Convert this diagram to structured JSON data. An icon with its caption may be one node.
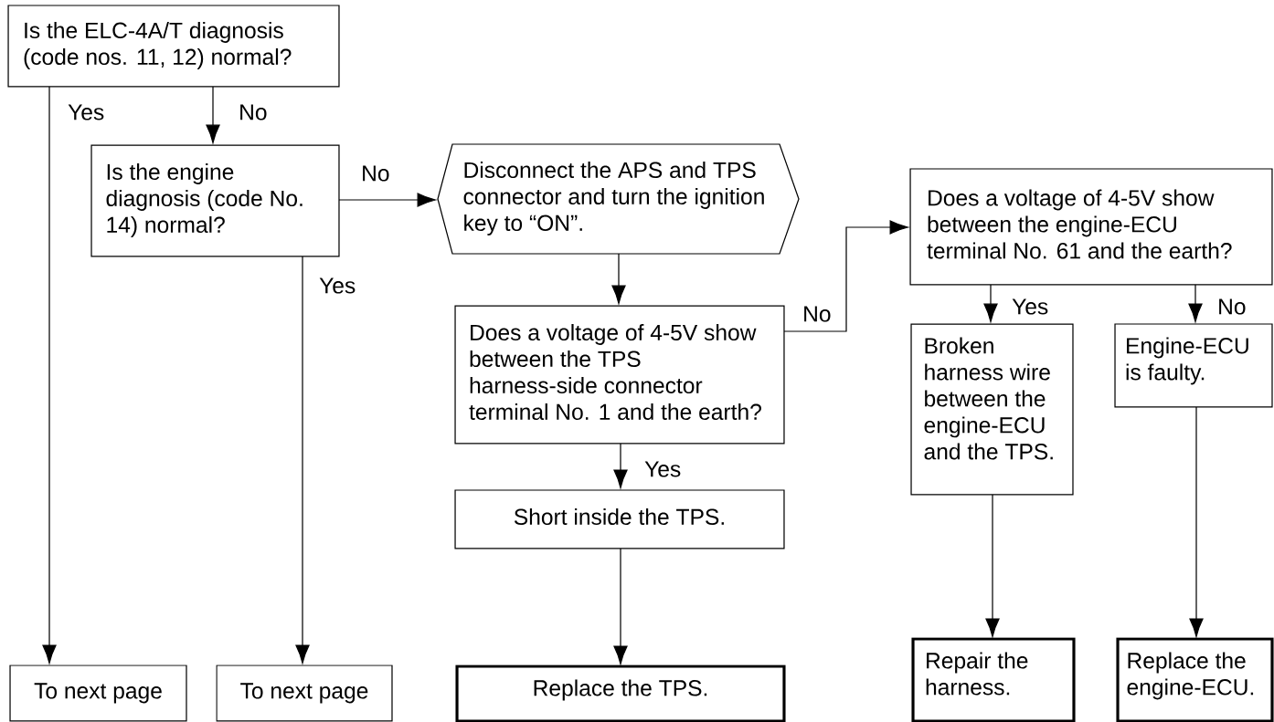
{
  "diagram": {
    "nodes": [
      {
        "text": [
          "Is the ELC-4A/T diagnosis (code nos. 11, 12) normal?"
        ]
      },
      {
        "text": [
          "Is the engine diagnosis (code No. 14) normal?"
        ]
      },
      {
        "text": [
          "Disconnect the APS and TPS connector and turn the ignition key to “ON”."
        ]
      },
      {
        "text": [
          "Does a voltage of 4-5V show between the TPS harness-side connector terminal No. 1 and the earth?"
        ]
      },
      {
        "text": [
          "Short inside the TPS."
        ]
      },
      {
        "text": [
          "Does a voltage of 4-5V show between the engine-ECU terminal No. 61 and the earth?"
        ]
      },
      {
        "text": [
          "Broken harness wire between the engine-ECU and the TPS."
        ]
      },
      {
        "text": [
          "Engine-ECU is faulty."
        ]
      },
      {
        "text": [
          "To next page"
        ]
      },
      {
        "text": [
          "To next page"
        ]
      },
      {
        "text": [
          "Replace the TPS."
        ]
      },
      {
        "text": [
          "Repair the harness."
        ]
      },
      {
        "text": [
          "Replace the engine-ECU."
        ]
      }
    ],
    "edges": [
      {
        "from": 0,
        "to": 8,
        "arrow": "to",
        "label": "Yes"
      },
      {
        "from": 0,
        "to": 1,
        "arrow": "to",
        "label": "No"
      },
      {
        "from": 1,
        "to": 2,
        "arrow": "to",
        "label": "No"
      },
      {
        "from": 1,
        "to": 9,
        "arrow": "to",
        "label": "Yes"
      },
      {
        "from": 2,
        "to": 3,
        "arrow": "to"
      },
      {
        "from": 3,
        "to": 4,
        "arrow": "to",
        "label": "Yes"
      },
      {
        "from": 3,
        "to": 5,
        "arrow": "to",
        "label": "No"
      },
      {
        "from": 4,
        "to": 10,
        "arrow": "to"
      },
      {
        "from": 5,
        "to": 6,
        "arrow": "to",
        "label": "Yes"
      },
      {
        "from": 5,
        "to": 7,
        "arrow": "to",
        "label": "No"
      },
      {
        "from": 6,
        "to": 11,
        "arrow": "to"
      },
      {
        "from": 7,
        "to": 12,
        "arrow": "to"
      }
    ]
  }
}
